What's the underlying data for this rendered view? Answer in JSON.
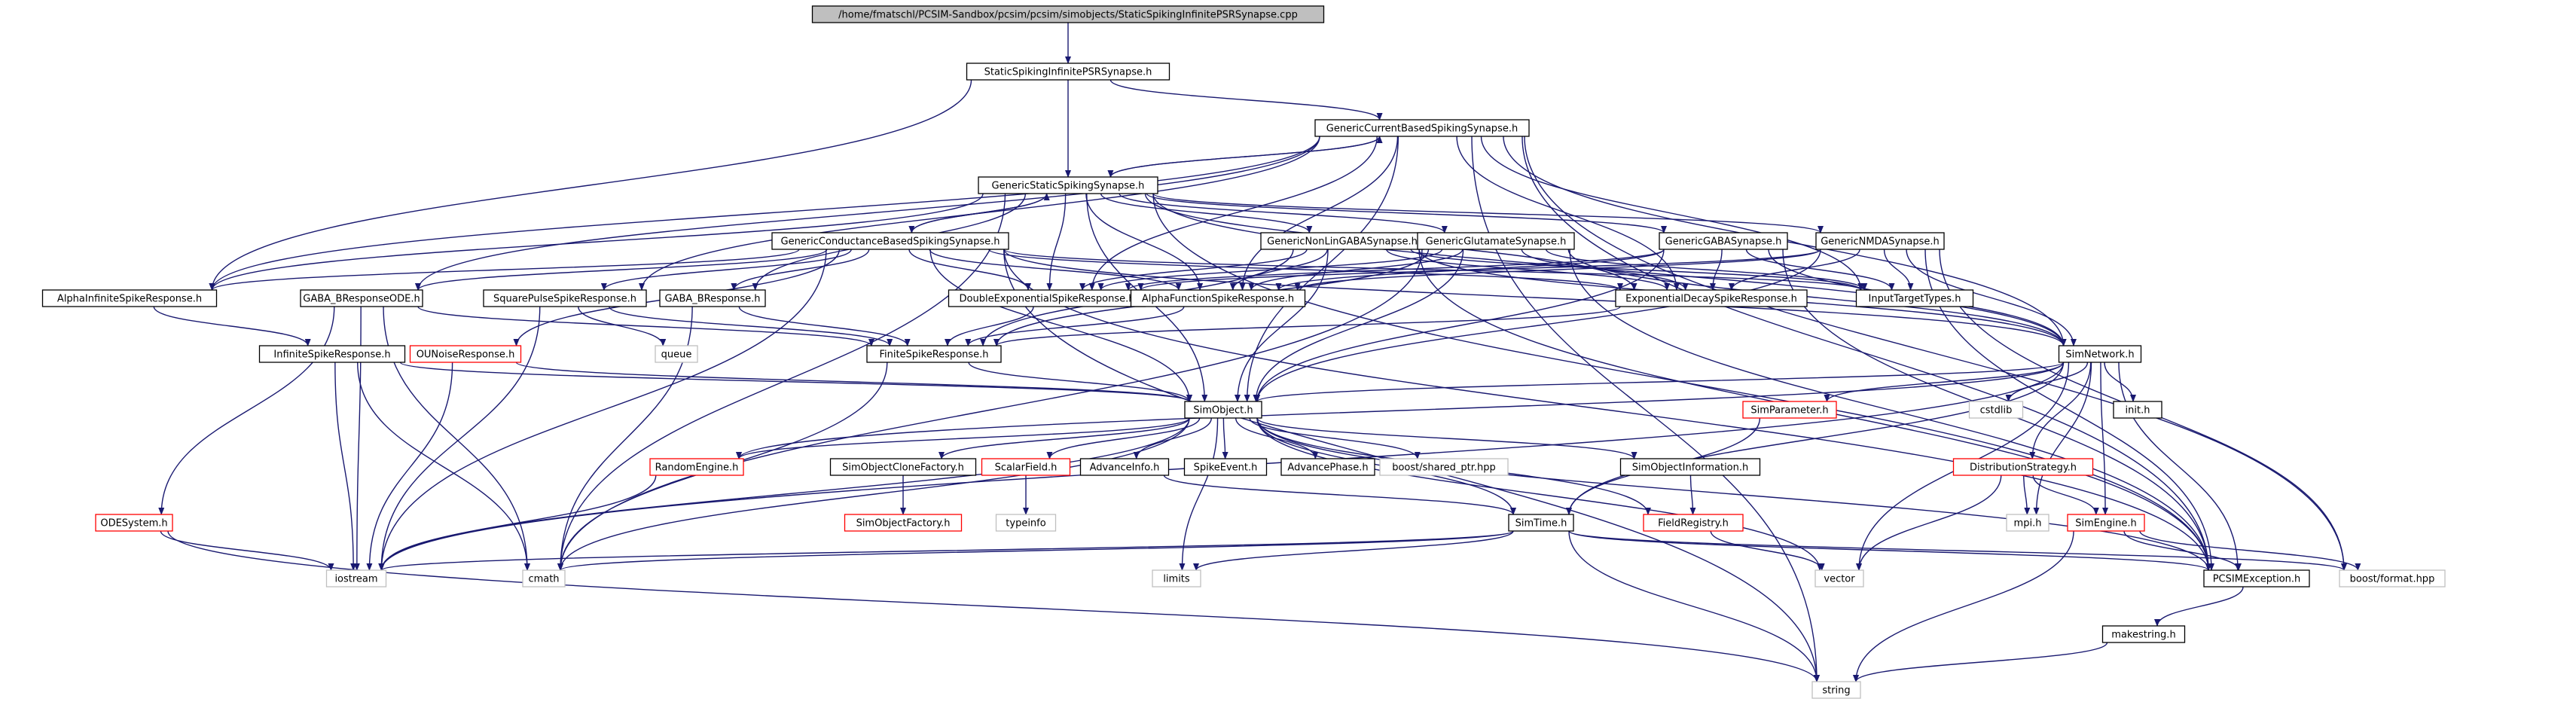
{
  "colors": {
    "edge": "#191970",
    "node_border": "#000000",
    "root_fill": "#bfbfbf",
    "undocumented_border": "#ff0000",
    "external_border": "#bfbfbf",
    "background": "#ffffff"
  },
  "nodes": [
    {
      "id": "root",
      "label": "/home/fmatschl/PCSIM-Sandbox/pcsim/pcsim/simobjects/StaticSpikingInfinitePSRSynapse.cpp",
      "kind": "root"
    },
    {
      "id": "sspsr",
      "label": "StaticSpikingInfinitePSRSynapse.h",
      "kind": "normal"
    },
    {
      "id": "gcbs",
      "label": "GenericCurrentBasedSpikingSynapse.h",
      "kind": "normal"
    },
    {
      "id": "gsss",
      "label": "GenericStaticSpikingSynapse.h",
      "kind": "normal"
    },
    {
      "id": "gcond",
      "label": "GenericConductanceBasedSpikingSynapse.h",
      "kind": "normal"
    },
    {
      "id": "gnlg",
      "label": "GenericNonLinGABASynapse.h",
      "kind": "normal"
    },
    {
      "id": "gglu",
      "label": "GenericGlutamateSynapse.h",
      "kind": "normal"
    },
    {
      "id": "ggaba",
      "label": "GenericGABASynapse.h",
      "kind": "normal"
    },
    {
      "id": "gnmda",
      "label": "GenericNMDASynapse.h",
      "kind": "normal"
    },
    {
      "id": "alphainf",
      "label": "AlphaInfiniteSpikeResponse.h",
      "kind": "normal"
    },
    {
      "id": "gabaode",
      "label": "GABA_BResponseODE.h",
      "kind": "normal"
    },
    {
      "id": "sqp",
      "label": "SquarePulseSpikeResponse.h",
      "kind": "normal"
    },
    {
      "id": "gabab",
      "label": "GABA_BResponse.h",
      "kind": "normal"
    },
    {
      "id": "dexp",
      "label": "DoubleExponentialSpikeResponse.h",
      "kind": "normal"
    },
    {
      "id": "alphaf",
      "label": "AlphaFunctionSpikeResponse.h",
      "kind": "normal"
    },
    {
      "id": "expdec",
      "label": "ExponentialDecaySpikeResponse.h",
      "kind": "normal"
    },
    {
      "id": "itt",
      "label": "InputTargetTypes.h",
      "kind": "normal"
    },
    {
      "id": "infsr",
      "label": "InfiniteSpikeResponse.h",
      "kind": "normal"
    },
    {
      "id": "ounoise",
      "label": "OUNoiseResponse.h",
      "kind": "undocumented"
    },
    {
      "id": "queue",
      "label": "queue",
      "kind": "external"
    },
    {
      "id": "finsr",
      "label": "FiniteSpikeResponse.h",
      "kind": "normal"
    },
    {
      "id": "simnet",
      "label": "SimNetwork.h",
      "kind": "normal"
    },
    {
      "id": "simobj",
      "label": "SimObject.h",
      "kind": "normal"
    },
    {
      "id": "simparam",
      "label": "SimParameter.h",
      "kind": "undocumented"
    },
    {
      "id": "cstdlib",
      "label": "cstdlib",
      "kind": "external"
    },
    {
      "id": "init",
      "label": "init.h",
      "kind": "normal"
    },
    {
      "id": "rng",
      "label": "RandomEngine.h",
      "kind": "undocumented"
    },
    {
      "id": "socf",
      "label": "SimObjectCloneFactory.h",
      "kind": "normal"
    },
    {
      "id": "sfield",
      "label": "ScalarField.h",
      "kind": "undocumented"
    },
    {
      "id": "advinfo",
      "label": "AdvanceInfo.h",
      "kind": "normal"
    },
    {
      "id": "spev",
      "label": "SpikeEvent.h",
      "kind": "normal"
    },
    {
      "id": "advph",
      "label": "AdvancePhase.h",
      "kind": "normal"
    },
    {
      "id": "shptr",
      "label": "boost/shared_ptr.hpp",
      "kind": "external"
    },
    {
      "id": "soinfo",
      "label": "SimObjectInformation.h",
      "kind": "normal"
    },
    {
      "id": "dstrat",
      "label": "DistributionStrategy.h",
      "kind": "undocumented"
    },
    {
      "id": "odesys",
      "label": "ODESystem.h",
      "kind": "undocumented"
    },
    {
      "id": "sofact",
      "label": "SimObjectFactory.h",
      "kind": "undocumented"
    },
    {
      "id": "typeinfo",
      "label": "typeinfo",
      "kind": "external"
    },
    {
      "id": "simtime",
      "label": "SimTime.h",
      "kind": "normal"
    },
    {
      "id": "freg",
      "label": "FieldRegistry.h",
      "kind": "undocumented"
    },
    {
      "id": "mpi",
      "label": "mpi.h",
      "kind": "external"
    },
    {
      "id": "simeng",
      "label": "SimEngine.h",
      "kind": "undocumented"
    },
    {
      "id": "iostream",
      "label": "iostream",
      "kind": "external"
    },
    {
      "id": "cmath",
      "label": "cmath",
      "kind": "external"
    },
    {
      "id": "limits",
      "label": "limits",
      "kind": "external"
    },
    {
      "id": "vector",
      "label": "vector",
      "kind": "external"
    },
    {
      "id": "pcsimex",
      "label": "PCSIMException.h",
      "kind": "normal"
    },
    {
      "id": "bformat",
      "label": "boost/format.hpp",
      "kind": "external"
    },
    {
      "id": "mkstr",
      "label": "makestring.h",
      "kind": "normal"
    },
    {
      "id": "string",
      "label": "string",
      "kind": "external"
    }
  ],
  "edges": [
    [
      "root",
      "sspsr"
    ],
    [
      "sspsr",
      "gcbs"
    ],
    [
      "sspsr",
      "gsss"
    ],
    [
      "sspsr",
      "alphainf"
    ],
    [
      "gcbs",
      "gsss"
    ],
    [
      "gcbs",
      "alphainf"
    ],
    [
      "gcbs",
      "dexp"
    ],
    [
      "gcbs",
      "alphaf"
    ],
    [
      "gcbs",
      "expdec"
    ],
    [
      "gcbs",
      "itt"
    ],
    [
      "gcbs",
      "simnet"
    ],
    [
      "gcbs",
      "simobj"
    ],
    [
      "gcbs",
      "pcsimex"
    ],
    [
      "gcbs",
      "bformat"
    ],
    [
      "gcbs",
      "string"
    ],
    [
      "gcbs",
      "sqp"
    ],
    [
      "gcbs",
      "gabaode"
    ],
    [
      "gsss",
      "gcbs"
    ],
    [
      "gsss",
      "gcond"
    ],
    [
      "gsss",
      "gnlg"
    ],
    [
      "gsss",
      "gglu"
    ],
    [
      "gsss",
      "ggaba"
    ],
    [
      "gsss",
      "gnmda"
    ],
    [
      "gsss",
      "alphainf"
    ],
    [
      "gsss",
      "dexp"
    ],
    [
      "gsss",
      "alphaf"
    ],
    [
      "gsss",
      "expdec"
    ],
    [
      "gsss",
      "simnet"
    ],
    [
      "gsss",
      "simobj"
    ],
    [
      "gsss",
      "gabab"
    ],
    [
      "gsss",
      "cmath"
    ],
    [
      "gsss",
      "pcsimex"
    ],
    [
      "gcond",
      "gsss"
    ],
    [
      "gcond",
      "alphainf"
    ],
    [
      "gcond",
      "gabaode"
    ],
    [
      "gcond",
      "sqp"
    ],
    [
      "gcond",
      "gabab"
    ],
    [
      "gcond",
      "dexp"
    ],
    [
      "gcond",
      "alphaf"
    ],
    [
      "gcond",
      "expdec"
    ],
    [
      "gcond",
      "itt"
    ],
    [
      "gcond",
      "ounoise"
    ],
    [
      "gcond",
      "simnet"
    ],
    [
      "gcond",
      "simobj"
    ],
    [
      "gcond",
      "iostream"
    ],
    [
      "gcond",
      "string"
    ],
    [
      "gcond",
      "pcsimex"
    ],
    [
      "gnlg",
      "dexp"
    ],
    [
      "gnlg",
      "alphaf"
    ],
    [
      "gnlg",
      "expdec"
    ],
    [
      "gnlg",
      "itt"
    ],
    [
      "gnlg",
      "simnet"
    ],
    [
      "gnlg",
      "simobj"
    ],
    [
      "gnlg",
      "finsr"
    ],
    [
      "gnlg",
      "pcsimex"
    ],
    [
      "gglu",
      "dexp"
    ],
    [
      "gglu",
      "alphaf"
    ],
    [
      "gglu",
      "expdec"
    ],
    [
      "gglu",
      "itt"
    ],
    [
      "gglu",
      "simnet"
    ],
    [
      "gglu",
      "simobj"
    ],
    [
      "gglu",
      "finsr"
    ],
    [
      "gglu",
      "cmath"
    ],
    [
      "gglu",
      "pcsimex"
    ],
    [
      "ggaba",
      "dexp"
    ],
    [
      "ggaba",
      "alphaf"
    ],
    [
      "ggaba",
      "expdec"
    ],
    [
      "ggaba",
      "itt"
    ],
    [
      "ggaba",
      "simnet"
    ],
    [
      "ggaba",
      "simobj"
    ],
    [
      "ggaba",
      "pcsimex"
    ],
    [
      "gnmda",
      "dexp"
    ],
    [
      "gnmda",
      "alphaf"
    ],
    [
      "gnmda",
      "expdec"
    ],
    [
      "gnmda",
      "itt"
    ],
    [
      "gnmda",
      "simnet"
    ],
    [
      "gnmda",
      "simobj"
    ],
    [
      "gnmda",
      "pcsimex"
    ],
    [
      "gnmda",
      "bformat"
    ],
    [
      "alphainf",
      "infsr"
    ],
    [
      "gabaode",
      "finsr"
    ],
    [
      "gabaode",
      "odesys"
    ],
    [
      "gabaode",
      "iostream"
    ],
    [
      "gabaode",
      "cmath"
    ],
    [
      "sqp",
      "finsr"
    ],
    [
      "sqp",
      "queue"
    ],
    [
      "sqp",
      "iostream"
    ],
    [
      "gabab",
      "finsr"
    ],
    [
      "gabab",
      "cmath"
    ],
    [
      "dexp",
      "finsr"
    ],
    [
      "alphaf",
      "finsr"
    ],
    [
      "expdec",
      "finsr"
    ],
    [
      "infsr",
      "simobj"
    ],
    [
      "infsr",
      "iostream"
    ],
    [
      "infsr",
      "cmath"
    ],
    [
      "ounoise",
      "simobj"
    ],
    [
      "ounoise",
      "iostream"
    ],
    [
      "finsr",
      "simobj"
    ],
    [
      "finsr",
      "cmath"
    ],
    [
      "simnet",
      "simobj"
    ],
    [
      "simnet",
      "simparam"
    ],
    [
      "simnet",
      "cstdlib"
    ],
    [
      "simnet",
      "init"
    ],
    [
      "simnet",
      "rng"
    ],
    [
      "simnet",
      "dstrat"
    ],
    [
      "simnet",
      "simeng"
    ],
    [
      "simnet",
      "mpi"
    ],
    [
      "simnet",
      "simtime"
    ],
    [
      "simnet",
      "pcsimex"
    ],
    [
      "simnet",
      "vector"
    ],
    [
      "simnet",
      "iostream"
    ],
    [
      "simobj",
      "rng"
    ],
    [
      "simobj",
      "socf"
    ],
    [
      "simobj",
      "sfield"
    ],
    [
      "simobj",
      "advinfo"
    ],
    [
      "simobj",
      "spev"
    ],
    [
      "simobj",
      "advph"
    ],
    [
      "simobj",
      "shptr"
    ],
    [
      "simobj",
      "soinfo"
    ],
    [
      "simobj",
      "freg"
    ],
    [
      "simobj",
      "simtime"
    ],
    [
      "simobj",
      "iostream"
    ],
    [
      "simobj",
      "cmath"
    ],
    [
      "simobj",
      "limits"
    ],
    [
      "simobj",
      "vector"
    ],
    [
      "simobj",
      "pcsimex"
    ],
    [
      "simparam",
      "simtime"
    ],
    [
      "rng",
      "iostream"
    ],
    [
      "socf",
      "sofact"
    ],
    [
      "sfield",
      "typeinfo"
    ],
    [
      "advinfo",
      "simtime"
    ],
    [
      "soinfo",
      "freg"
    ],
    [
      "dstrat",
      "mpi"
    ],
    [
      "dstrat",
      "simeng"
    ],
    [
      "dstrat",
      "vector"
    ],
    [
      "odesys",
      "iostream"
    ],
    [
      "odesys",
      "string"
    ],
    [
      "simtime",
      "iostream"
    ],
    [
      "simtime",
      "cmath"
    ],
    [
      "simtime",
      "limits"
    ],
    [
      "simtime",
      "pcsimex"
    ],
    [
      "simtime",
      "string"
    ],
    [
      "simtime",
      "bformat"
    ],
    [
      "freg",
      "vector"
    ],
    [
      "simeng",
      "bformat"
    ],
    [
      "simeng",
      "string"
    ],
    [
      "simeng",
      "pcsimex"
    ],
    [
      "pcsimex",
      "mkstr"
    ],
    [
      "mkstr",
      "string"
    ]
  ]
}
